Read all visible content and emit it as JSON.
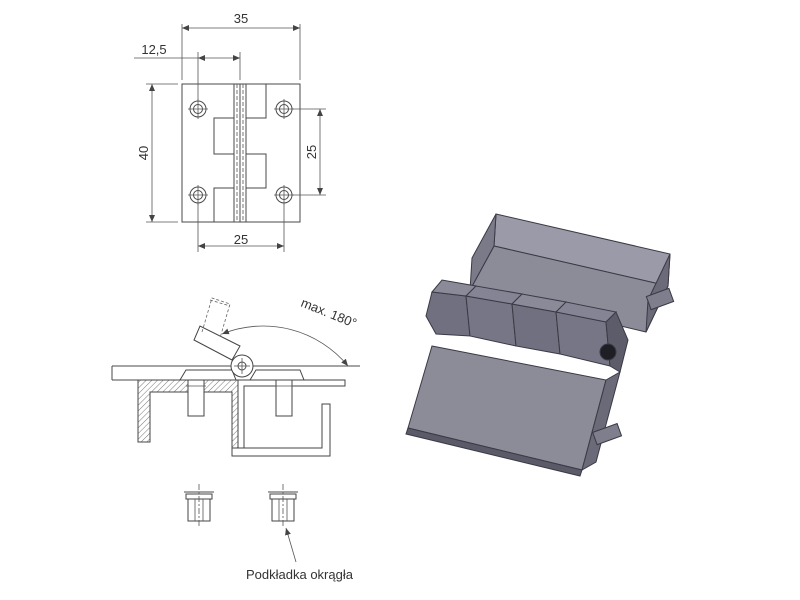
{
  "dimensions": {
    "width_total": "35",
    "offset": "12,5",
    "height_total": "40",
    "hole_spacing_vertical": "25",
    "hole_spacing_horizontal": "25"
  },
  "annotations": {
    "rotation": "max. 180°",
    "washer_label": "Podkładka okrągła"
  },
  "colors": {
    "line": "#4a4a4a",
    "steel_light": "#8a8a96",
    "steel_mid": "#6e6e7c",
    "steel_dark": "#3f3f4c"
  }
}
